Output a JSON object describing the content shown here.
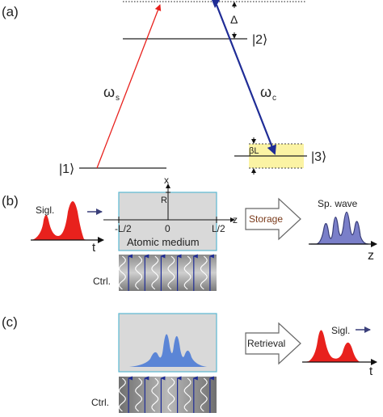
{
  "panels": {
    "a": {
      "label": "(a)",
      "levels": {
        "state1": "|1⟩",
        "state2": "|2⟩",
        "state3": "|3⟩",
        "detuning": "Δ",
        "broadening": "βL"
      },
      "fields": {
        "signal": "ω",
        "signal_sub": "s",
        "control": "ω",
        "control_sub": "c"
      },
      "colors": {
        "signal": "#e8211d",
        "control": "#1f2c96",
        "band": "#fbf3a4"
      }
    },
    "b": {
      "label": "(b)",
      "signal_label": "Sigl.",
      "time_axis": "t",
      "axes": {
        "x": "x",
        "z": "z",
        "R": "R",
        "neg_L2": "-L/2",
        "zero": "0",
        "pos_L2": "L/2"
      },
      "medium_label": "Atomic medium",
      "storage_label": "Storage",
      "spin_wave_label": "Sp. wave",
      "z_axis": "z",
      "ctrl_label": "Ctrl.",
      "colors": {
        "pulse": "#e8211d",
        "spin_wave": "#7a7fc9",
        "medium": "#d9d9d9",
        "medium_border": "#5bb8d1",
        "arrow_text": "#7a3a1a"
      }
    },
    "c": {
      "label": "(c)",
      "retrieval_label": "Retrieval",
      "signal_label": "Sigl.",
      "time_axis": "t",
      "ctrl_label": "Ctrl.",
      "colors": {
        "pulse": "#e8211d",
        "spin_wave": "#5b85d6"
      }
    }
  }
}
